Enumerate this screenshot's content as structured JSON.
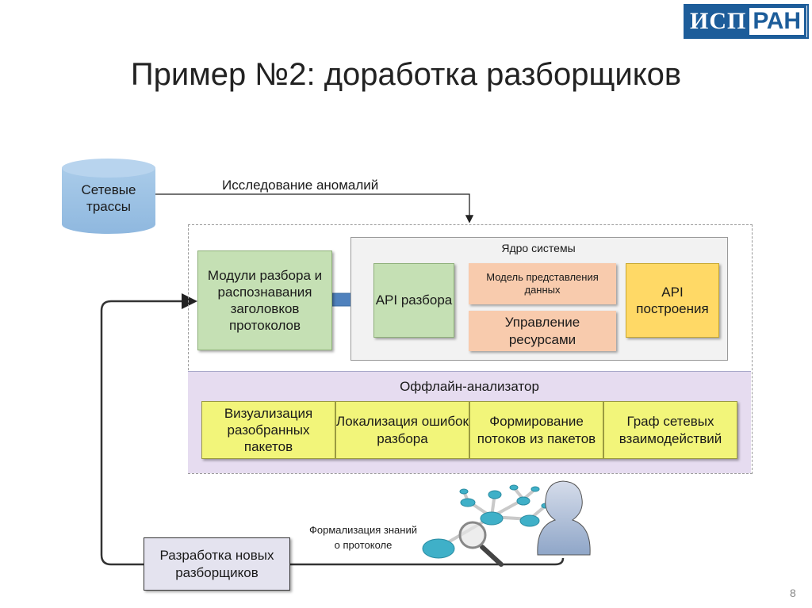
{
  "logo": {
    "part1": "ИСП",
    "part2": "РАН"
  },
  "title": "Пример №2: доработка разборщиков",
  "page_number": "8",
  "network_traces": "Сетевые трассы",
  "anomaly_label": "Исследование аномалий",
  "modules": "Модули разбора и распознавания заголовков протоколов",
  "core": {
    "label": "Ядро системы",
    "api_parse": "API разбора",
    "data_model": "Модель представления данных",
    "resource_mgmt": "Управление ресурсами",
    "api_build": "API построения"
  },
  "offline": {
    "label": "Оффлайн-анализатор",
    "items": [
      "Визуализация разобранных пакетов",
      "Локализация ошибок разбора",
      "Формирование потоков из пакетов",
      "Граф сетевых взаимодействий"
    ]
  },
  "new_parsers": "Разработка новых разборщиков",
  "formalization_label": "Формализация знаний о протоколе",
  "icons": [
    "network-tree-icon",
    "magnifier-icon",
    "user-icon"
  ],
  "colors": {
    "logo_blue": "#1d5d9a",
    "cylinder": "#9dc3e6",
    "green": "#c5e0b4",
    "peach": "#f8cbad",
    "yellow": "#ffd966",
    "lime": "#f2f57a",
    "lilac": "#e6dcf0",
    "arrow_blue": "#4f81bd"
  }
}
